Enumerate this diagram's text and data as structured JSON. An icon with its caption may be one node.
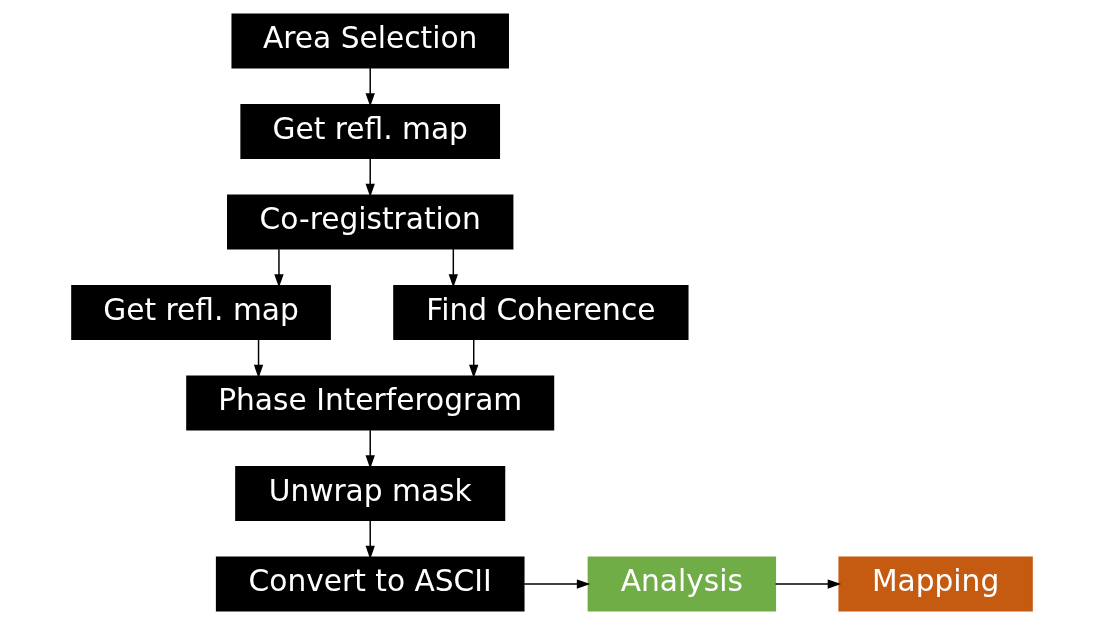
{
  "diagram": {
    "nodes": [
      {
        "text": [
          "Area Selection"
        ]
      },
      {
        "text": [
          "Get refl. map"
        ]
      },
      {
        "text": [
          "Co-registration"
        ]
      },
      {
        "text": [
          "Get refl. map"
        ]
      },
      {
        "text": [
          "Find Coherence"
        ]
      },
      {
        "text": [
          "Phase Interferogram"
        ]
      },
      {
        "text": [
          "Unwrap mask"
        ]
      },
      {
        "text": [
          "Convert to ASCII"
        ]
      },
      {
        "text": [
          "Analysis"
        ]
      },
      {
        "text": [
          "Mapping"
        ]
      }
    ],
    "edges": [
      {
        "from": 0,
        "to": 1,
        "arrow": "to"
      },
      {
        "from": 1,
        "to": 2,
        "arrow": "to"
      },
      {
        "from": 2,
        "to": 3,
        "arrow": "to"
      },
      {
        "from": 2,
        "to": 4,
        "arrow": "to"
      },
      {
        "from": 3,
        "to": 5,
        "arrow": "to"
      },
      {
        "from": 4,
        "to": 5,
        "arrow": "to"
      },
      {
        "from": 5,
        "to": 6,
        "arrow": "to"
      },
      {
        "from": 6,
        "to": 7,
        "arrow": "to"
      },
      {
        "from": 7,
        "to": 8,
        "arrow": "to"
      },
      {
        "from": 8,
        "to": 9,
        "arrow": "to"
      }
    ]
  }
}
